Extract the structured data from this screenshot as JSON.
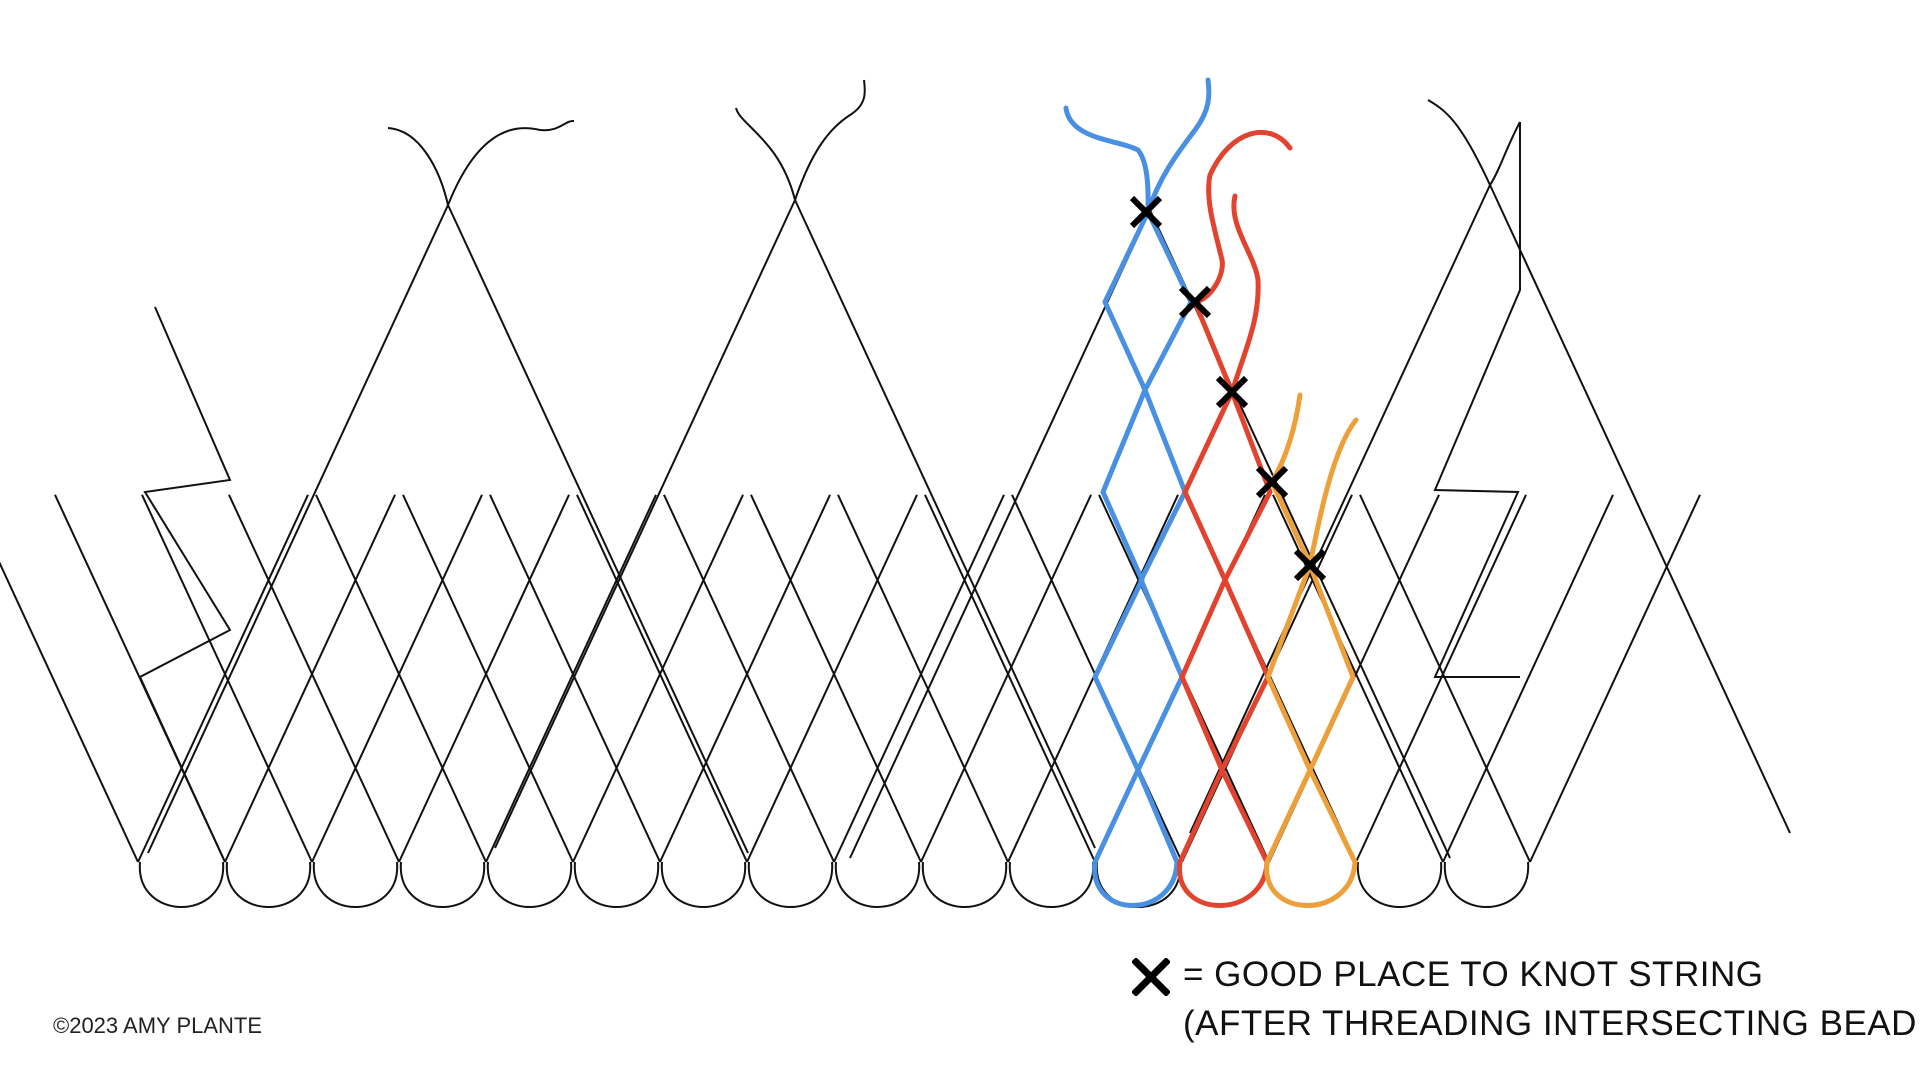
{
  "legend": {
    "line1": "= GOOD PLACE TO KNOT STRING",
    "line2": "(AFTER THREADING INTERSECTING BEAD"
  },
  "copyright": "©2023 AMY PLANTE",
  "strand_colors": {
    "base": "#111111",
    "blue": "#4a90e2",
    "red": "#e2432e",
    "orange": "#eda03a",
    "knot_mark": "#000000"
  },
  "icons": [
    "knot-x-icon"
  ]
}
